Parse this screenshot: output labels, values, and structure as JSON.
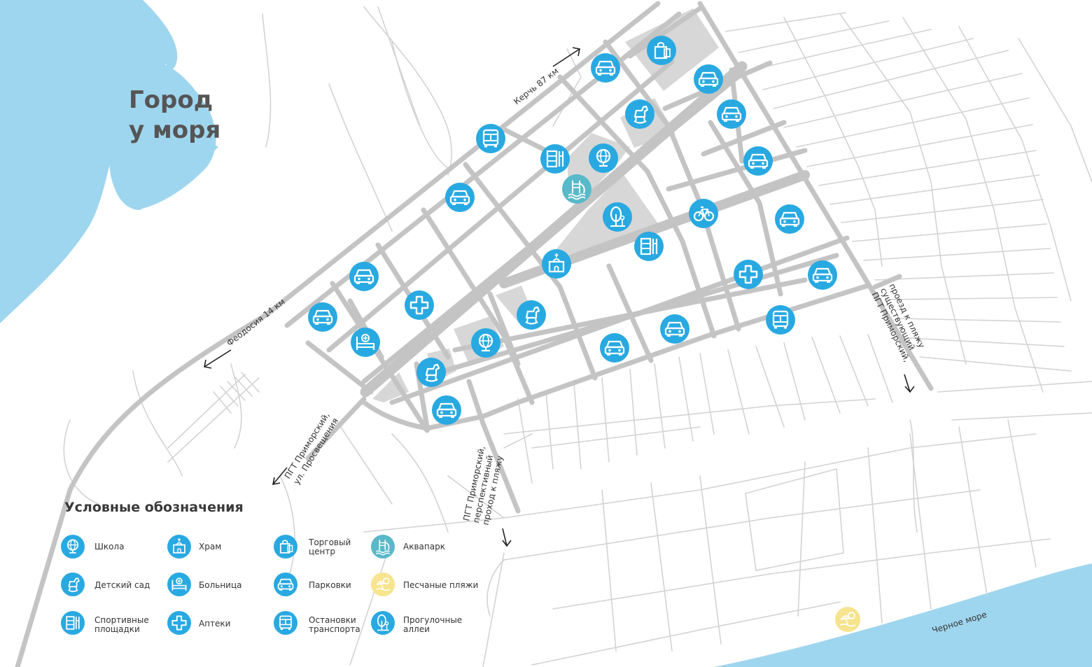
{
  "city_name": {
    "line1": "Город",
    "line2": "у моря"
  },
  "road_labels": {
    "kerch": "Керчь 87 км",
    "feodosia": "Феодосия 14 км",
    "prosvescheniya_line1": "ПГТ Приморский,",
    "prosvescheniya_line2": "ул. Просвещения",
    "perspective_line1": "ПГТ Приморский,",
    "perspective_line2": "перспективный",
    "perspective_line3": "проход к пляжу",
    "existing_line1": "ПГТ Приморский,",
    "existing_line2": "существующий",
    "existing_line3": "проезд к пляжу"
  },
  "sea_label": "Черное море",
  "legend": {
    "title": "Условные обозначения",
    "items": [
      {
        "icon": "globe-icon",
        "line1": "Школа",
        "line2": ""
      },
      {
        "icon": "church-icon",
        "line1": "Храм",
        "line2": ""
      },
      {
        "icon": "shopping-bag-icon",
        "line1": "Торговый",
        "line2": "центр"
      },
      {
        "icon": "waterpark-icon",
        "line1": "Аквапарк",
        "line2": ""
      },
      {
        "icon": "rocking-horse-icon",
        "line1": "Детский сад",
        "line2": ""
      },
      {
        "icon": "hospital-bed-icon",
        "line1": "Больница",
        "line2": ""
      },
      {
        "icon": "car-icon",
        "line1": "Парковки",
        "line2": ""
      },
      {
        "icon": "beach-icon",
        "line1": "Песчаные пляжи",
        "line2": ""
      },
      {
        "icon": "sports-icon",
        "line1": "Спортивные",
        "line2": "площадки"
      },
      {
        "icon": "pharmacy-cross-icon",
        "line1": "Аптеки",
        "line2": ""
      },
      {
        "icon": "bus-icon",
        "line1": "Остановки",
        "line2": "транспорта"
      },
      {
        "icon": "tree-icon",
        "line1": "Прогулочные",
        "line2": "аллеи"
      }
    ]
  },
  "colors": {
    "water": "#9fd6ef",
    "marker": "#29a9e1",
    "marker_waterpark": "#58b9c9",
    "marker_beach": "#f6e48e",
    "road": "#c4c4c4",
    "park": "#d7d7d7"
  }
}
